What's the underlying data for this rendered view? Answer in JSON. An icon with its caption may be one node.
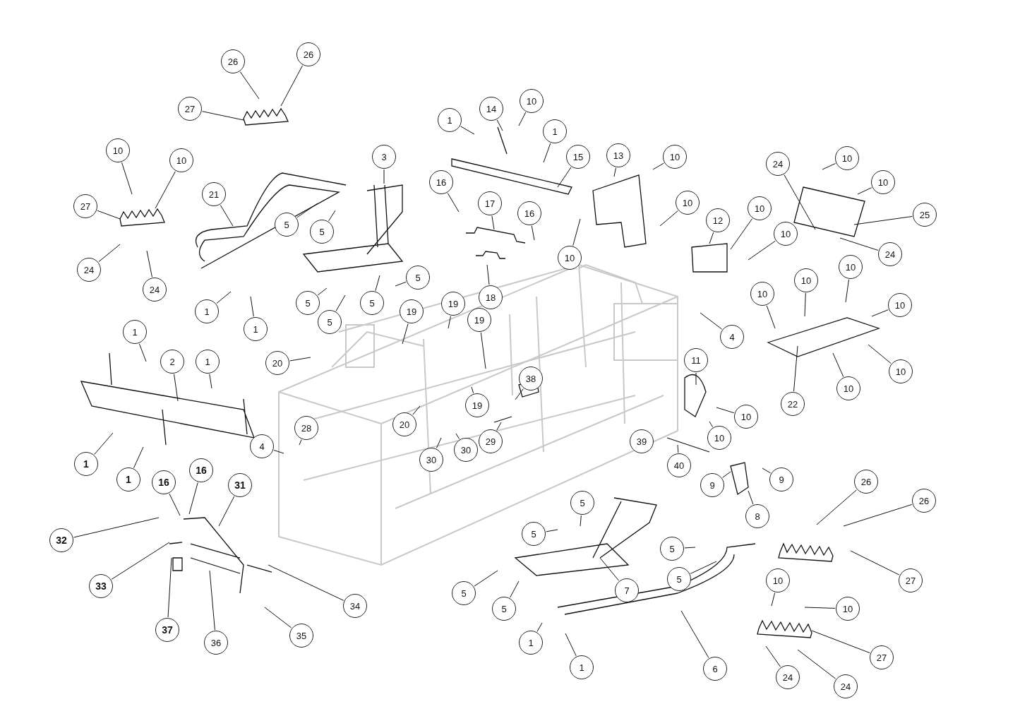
{
  "diagram": {
    "nodes": [
      {
        "text": [
          "26"
        ]
      },
      {
        "text": [
          "26"
        ]
      },
      {
        "text": [
          "27"
        ]
      },
      {
        "text": [
          "10"
        ]
      },
      {
        "text": [
          "10"
        ]
      },
      {
        "text": [
          "27"
        ]
      },
      {
        "text": [
          "24"
        ]
      },
      {
        "text": [
          "24"
        ]
      },
      {
        "text": [
          "21"
        ]
      },
      {
        "text": [
          "5"
        ]
      },
      {
        "text": [
          "5"
        ]
      },
      {
        "text": [
          "1"
        ]
      },
      {
        "text": [
          "1"
        ]
      },
      {
        "text": [
          "3"
        ]
      },
      {
        "text": [
          "5"
        ]
      },
      {
        "text": [
          "5"
        ]
      },
      {
        "text": [
          "5"
        ]
      },
      {
        "text": [
          "5"
        ]
      },
      {
        "text": [
          "1"
        ]
      },
      {
        "text": [
          "14"
        ]
      },
      {
        "text": [
          "10"
        ]
      },
      {
        "text": [
          "1"
        ]
      },
      {
        "text": [
          "15"
        ]
      },
      {
        "text": [
          "16"
        ]
      },
      {
        "text": [
          "17"
        ]
      },
      {
        "text": [
          "16"
        ]
      },
      {
        "text": [
          "18"
        ]
      },
      {
        "text": [
          "13"
        ]
      },
      {
        "text": [
          "10"
        ]
      },
      {
        "text": [
          "10"
        ]
      },
      {
        "text": [
          "10"
        ]
      },
      {
        "text": [
          "12"
        ]
      },
      {
        "text": [
          "10"
        ]
      },
      {
        "text": [
          "10"
        ]
      },
      {
        "text": [
          "24"
        ]
      },
      {
        "text": [
          "10"
        ]
      },
      {
        "text": [
          "10"
        ]
      },
      {
        "text": [
          "25"
        ]
      },
      {
        "text": [
          "24"
        ]
      },
      {
        "text": [
          "19"
        ]
      },
      {
        "text": [
          "19"
        ]
      },
      {
        "text": [
          "19"
        ]
      },
      {
        "text": [
          "20"
        ]
      },
      {
        "text": [
          "4"
        ]
      },
      {
        "text": [
          "1"
        ]
      },
      {
        "text": [
          "2"
        ]
      },
      {
        "text": [
          "1"
        ]
      },
      {
        "text": [
          "10"
        ]
      },
      {
        "text": [
          "10"
        ]
      },
      {
        "text": [
          "10"
        ]
      },
      {
        "text": [
          "10"
        ]
      },
      {
        "text": [
          "10"
        ]
      },
      {
        "text": [
          "10"
        ]
      },
      {
        "text": [
          "22"
        ]
      },
      {
        "text": [
          "11"
        ]
      },
      {
        "text": [
          "10"
        ]
      },
      {
        "text": [
          "10"
        ]
      },
      {
        "text": [
          "38"
        ]
      },
      {
        "text": [
          "20"
        ]
      },
      {
        "text": [
          "19"
        ]
      },
      {
        "text": [
          "29"
        ]
      },
      {
        "text": [
          "30"
        ]
      },
      {
        "text": [
          "30"
        ]
      },
      {
        "text": [
          "28"
        ]
      },
      {
        "text": [
          "4"
        ]
      },
      {
        "text": [
          "1"
        ]
      },
      {
        "text": [
          "1"
        ]
      },
      {
        "text": [
          "39"
        ]
      },
      {
        "text": [
          "40"
        ]
      },
      {
        "text": [
          "9"
        ]
      },
      {
        "text": [
          "9"
        ]
      },
      {
        "text": [
          "8"
        ]
      },
      {
        "text": [
          "16"
        ]
      },
      {
        "text": [
          "16"
        ]
      },
      {
        "text": [
          "31"
        ]
      },
      {
        "text": [
          "32"
        ]
      },
      {
        "text": [
          "33"
        ]
      },
      {
        "text": [
          "37"
        ]
      },
      {
        "text": [
          "36"
        ]
      },
      {
        "text": [
          "34"
        ]
      },
      {
        "text": [
          "35"
        ]
      },
      {
        "text": [
          "5"
        ]
      },
      {
        "text": [
          "5"
        ]
      },
      {
        "text": [
          "7"
        ]
      },
      {
        "text": [
          "5"
        ]
      },
      {
        "text": [
          "5"
        ]
      },
      {
        "text": [
          "1"
        ]
      },
      {
        "text": [
          "1"
        ]
      },
      {
        "text": [
          "5"
        ]
      },
      {
        "text": [
          "5"
        ]
      },
      {
        "text": [
          "6"
        ]
      },
      {
        "text": [
          "26"
        ]
      },
      {
        "text": [
          "26"
        ]
      },
      {
        "text": [
          "27"
        ]
      },
      {
        "text": [
          "10"
        ]
      },
      {
        "text": [
          "10"
        ]
      },
      {
        "text": [
          "27"
        ]
      },
      {
        "text": [
          "24"
        ]
      },
      {
        "text": [
          "24"
        ]
      }
    ],
    "edges": [
      {
        "from": 0,
        "to": null,
        "arrow": "none"
      },
      {
        "from": 1,
        "to": null,
        "arrow": "none"
      },
      {
        "from": 2,
        "to": null,
        "arrow": "none"
      },
      {
        "from": 3,
        "to": null,
        "arrow": "none"
      },
      {
        "from": 4,
        "to": null,
        "arrow": "none"
      },
      {
        "from": 5,
        "to": null,
        "arrow": "none"
      },
      {
        "from": 6,
        "to": null,
        "arrow": "none"
      },
      {
        "from": 7,
        "to": null,
        "arrow": "none"
      },
      {
        "from": 8,
        "to": null,
        "arrow": "none"
      },
      {
        "from": 9,
        "to": null,
        "arrow": "none"
      },
      {
        "from": 10,
        "to": null,
        "arrow": "none"
      },
      {
        "from": 11,
        "to": null,
        "arrow": "none"
      },
      {
        "from": 12,
        "to": null,
        "arrow": "none"
      },
      {
        "from": 13,
        "to": null,
        "arrow": "none"
      },
      {
        "from": 14,
        "to": null,
        "arrow": "none"
      },
      {
        "from": 15,
        "to": null,
        "arrow": "none"
      },
      {
        "from": 16,
        "to": null,
        "arrow": "none"
      },
      {
        "from": 17,
        "to": null,
        "arrow": "none"
      },
      {
        "from": 18,
        "to": null,
        "arrow": "none"
      },
      {
        "from": 19,
        "to": null,
        "arrow": "none"
      },
      {
        "from": 20,
        "to": null,
        "arrow": "none"
      },
      {
        "from": 21,
        "to": null,
        "arrow": "none"
      },
      {
        "from": 22,
        "to": null,
        "arrow": "none"
      },
      {
        "from": 23,
        "to": null,
        "arrow": "none"
      },
      {
        "from": 24,
        "to": null,
        "arrow": "none"
      },
      {
        "from": 25,
        "to": null,
        "arrow": "none"
      },
      {
        "from": 26,
        "to": null,
        "arrow": "none"
      },
      {
        "from": 27,
        "to": null,
        "arrow": "none"
      },
      {
        "from": 28,
        "to": null,
        "arrow": "none"
      },
      {
        "from": 29,
        "to": null,
        "arrow": "none"
      },
      {
        "from": 30,
        "to": null,
        "arrow": "none"
      },
      {
        "from": 31,
        "to": null,
        "arrow": "none"
      },
      {
        "from": 32,
        "to": null,
        "arrow": "none"
      },
      {
        "from": 33,
        "to": null,
        "arrow": "none"
      },
      {
        "from": 34,
        "to": null,
        "arrow": "none"
      },
      {
        "from": 35,
        "to": null,
        "arrow": "none"
      },
      {
        "from": 36,
        "to": null,
        "arrow": "none"
      },
      {
        "from": 37,
        "to": null,
        "arrow": "none"
      },
      {
        "from": 38,
        "to": null,
        "arrow": "none"
      },
      {
        "from": 39,
        "to": null,
        "arrow": "none"
      },
      {
        "from": 40,
        "to": null,
        "arrow": "none"
      },
      {
        "from": 41,
        "to": null,
        "arrow": "none"
      },
      {
        "from": 42,
        "to": null,
        "arrow": "none"
      },
      {
        "from": 43,
        "to": null,
        "arrow": "none"
      },
      {
        "from": 44,
        "to": null,
        "arrow": "none"
      },
      {
        "from": 45,
        "to": null,
        "arrow": "none"
      },
      {
        "from": 46,
        "to": null,
        "arrow": "none"
      },
      {
        "from": 47,
        "to": null,
        "arrow": "none"
      },
      {
        "from": 48,
        "to": null,
        "arrow": "none"
      },
      {
        "from": 49,
        "to": null,
        "arrow": "none"
      },
      {
        "from": 50,
        "to": null,
        "arrow": "none"
      },
      {
        "from": 51,
        "to": null,
        "arrow": "none"
      },
      {
        "from": 52,
        "to": null,
        "arrow": "none"
      },
      {
        "from": 53,
        "to": null,
        "arrow": "none"
      },
      {
        "from": 54,
        "to": null,
        "arrow": "none"
      },
      {
        "from": 55,
        "to": null,
        "arrow": "none"
      },
      {
        "from": 56,
        "to": null,
        "arrow": "none"
      },
      {
        "from": 57,
        "to": null,
        "arrow": "none"
      },
      {
        "from": 58,
        "to": null,
        "arrow": "none"
      },
      {
        "from": 59,
        "to": null,
        "arrow": "none"
      },
      {
        "from": 60,
        "to": null,
        "arrow": "none"
      },
      {
        "from": 61,
        "to": null,
        "arrow": "none"
      },
      {
        "from": 62,
        "to": null,
        "arrow": "none"
      },
      {
        "from": 63,
        "to": null,
        "arrow": "none"
      },
      {
        "from": 64,
        "to": null,
        "arrow": "none"
      },
      {
        "from": 65,
        "to": null,
        "arrow": "none"
      },
      {
        "from": 66,
        "to": null,
        "arrow": "none"
      },
      {
        "from": 68,
        "to": null,
        "arrow": "none"
      },
      {
        "from": 69,
        "to": null,
        "arrow": "none"
      },
      {
        "from": 70,
        "to": null,
        "arrow": "none"
      },
      {
        "from": 71,
        "to": null,
        "arrow": "none"
      },
      {
        "from": 72,
        "to": null,
        "arrow": "none"
      },
      {
        "from": 73,
        "to": null,
        "arrow": "none"
      },
      {
        "from": 74,
        "to": null,
        "arrow": "none"
      },
      {
        "from": 75,
        "to": null,
        "arrow": "none"
      },
      {
        "from": 76,
        "to": null,
        "arrow": "none"
      },
      {
        "from": 77,
        "to": null,
        "arrow": "none"
      },
      {
        "from": 78,
        "to": null,
        "arrow": "none"
      },
      {
        "from": 79,
        "to": null,
        "arrow": "none"
      },
      {
        "from": 80,
        "to": null,
        "arrow": "none"
      },
      {
        "from": 81,
        "to": null,
        "arrow": "none"
      },
      {
        "from": 82,
        "to": null,
        "arrow": "none"
      },
      {
        "from": 83,
        "to": null,
        "arrow": "none"
      },
      {
        "from": 84,
        "to": null,
        "arrow": "none"
      },
      {
        "from": 85,
        "to": null,
        "arrow": "none"
      },
      {
        "from": 86,
        "to": null,
        "arrow": "none"
      },
      {
        "from": 87,
        "to": null,
        "arrow": "none"
      },
      {
        "from": 88,
        "to": null,
        "arrow": "none"
      },
      {
        "from": 89,
        "to": null,
        "arrow": "none"
      },
      {
        "from": 90,
        "to": null,
        "arrow": "none"
      },
      {
        "from": 91,
        "to": null,
        "arrow": "none"
      },
      {
        "from": 92,
        "to": null,
        "arrow": "none"
      },
      {
        "from": 93,
        "to": null,
        "arrow": "none"
      },
      {
        "from": 94,
        "to": null,
        "arrow": "none"
      },
      {
        "from": 95,
        "to": null,
        "arrow": "none"
      },
      {
        "from": 96,
        "to": null,
        "arrow": "none"
      },
      {
        "from": 97,
        "to": null,
        "arrow": "none"
      },
      {
        "from": 98,
        "to": null,
        "arrow": "none"
      }
    ]
  }
}
